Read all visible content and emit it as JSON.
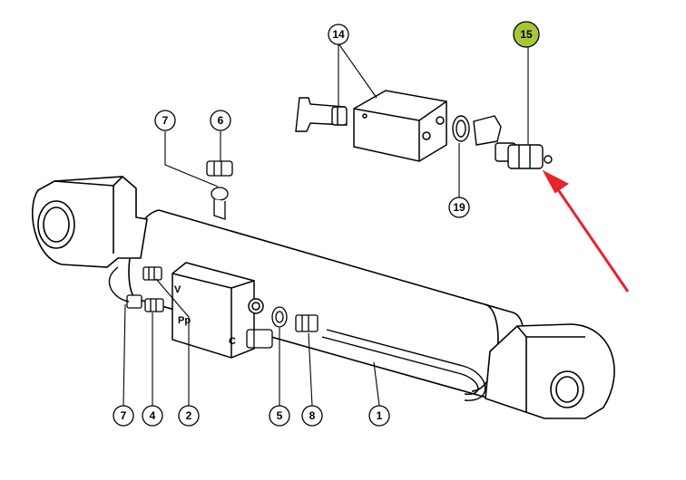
{
  "callouts": {
    "c1": "1",
    "c2": "2",
    "c4": "4",
    "c5": "5",
    "c6": "6",
    "c7a": "7",
    "c7b": "7",
    "c8": "8",
    "c14": "14",
    "c15": "15",
    "c19": "19"
  },
  "ports": {
    "v": "V",
    "pp": "Pp",
    "c": "C"
  },
  "colors": {
    "highlight": "#a8c63a",
    "arrow": "#e8232a",
    "line": "#000000"
  }
}
